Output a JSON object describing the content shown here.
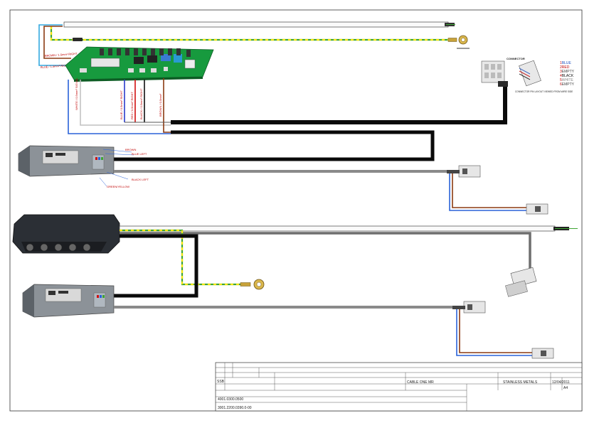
{
  "connector_pinout": {
    "title": "CONNECTOR",
    "note": "CONNECTOR PIN LAYOUT VIEWED FROM WIRE SIDE",
    "pins": [
      {
        "num": "1",
        "label": "BLUE",
        "color": "#1f4fbf"
      },
      {
        "num": "2",
        "label": "RED",
        "color": "#c00000"
      },
      {
        "num": "3",
        "label": "EMPTY",
        "color": "#444444"
      },
      {
        "num": "4",
        "label": "BLACK",
        "color": "#111111"
      },
      {
        "num": "5",
        "label": "WHITE",
        "color": "#888888"
      },
      {
        "num": "6",
        "label": "EMPTY",
        "color": "#444444"
      }
    ]
  },
  "board_labels": {
    "brown_top": "BROWN / 1.5mm²  RIGHT",
    "blue_top": "BLUE / 1.5mm²  RIGHT",
    "white_left": "WHITE / 0.5mm²  SIGNAL",
    "blue_mid": "BLUE / 0.5mm²  RIGHT",
    "red_mid": "RED / 0.5mm²  RIGHT",
    "black_mid": "BLACK / 0.5mm²  RIGHT",
    "brown_right": "BROWN / 0.5mm²"
  },
  "driver_labels": {
    "l1": "BROWN",
    "l2": "BLUE LEFT",
    "l3": "BLACK LEFT",
    "l4": "GREEN/YELLOW"
  },
  "title_block": {
    "designer": "SSB",
    "description": "CABLE ONE MR",
    "material": "STAINLESS METALS",
    "date": "12/04/2011",
    "size": "A4",
    "item_code": "4001.0300.0500",
    "drawing_number": "3001.2200.0390.0-00"
  },
  "colors": {
    "earth_green": "#3fa535",
    "earth_yellow": "#f5e50f",
    "brown": "#8b3a12",
    "blue": "#2a62d9",
    "red": "#d01010",
    "grey": "#8a8a8a",
    "pcb_green": "#179a3e"
  }
}
